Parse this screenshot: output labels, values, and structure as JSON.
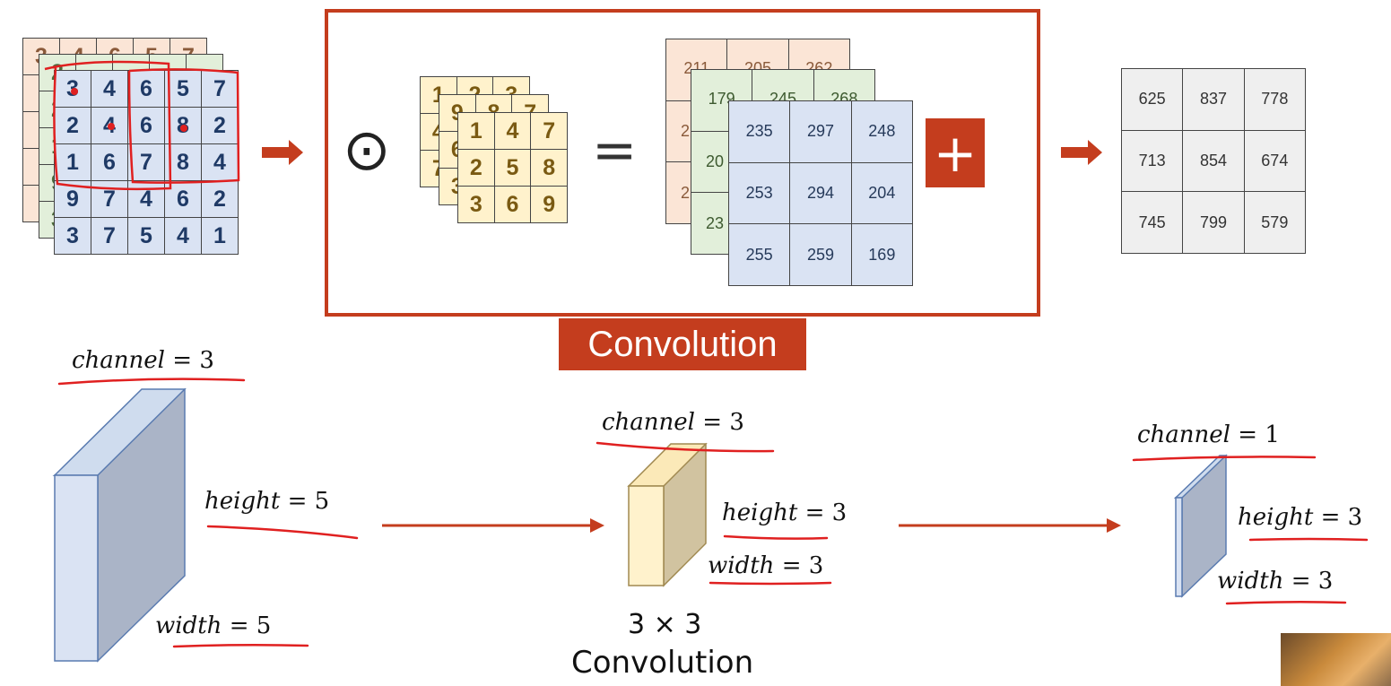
{
  "input": {
    "back": [
      [
        "3",
        "4",
        "6",
        "5",
        "7"
      ]
    ],
    "front": [
      [
        "3",
        "4",
        "6",
        "5",
        "7"
      ],
      [
        "2",
        "4",
        "6",
        "8",
        "2"
      ],
      [
        "1",
        "6",
        "7",
        "8",
        "4"
      ],
      [
        "9",
        "7",
        "4",
        "6",
        "2"
      ],
      [
        "3",
        "7",
        "5",
        "4",
        "1"
      ]
    ],
    "left_edge_peek": [
      "2",
      "1",
      "9",
      "3"
    ]
  },
  "kernel": {
    "back_partial": [
      "1",
      "2",
      "3"
    ],
    "mid_partial": [
      "9",
      "8",
      "7"
    ],
    "front": [
      [
        "1",
        "4",
        "7"
      ],
      [
        "2",
        "5",
        "8"
      ],
      [
        "3",
        "6",
        "9"
      ]
    ]
  },
  "feature_maps": {
    "back_partial": [
      "211",
      "205",
      "262"
    ],
    "mid_partial": [
      "179",
      "245",
      "268"
    ],
    "front": [
      [
        "235",
        "297",
        "248"
      ],
      [
        "253",
        "294",
        "204"
      ],
      [
        "255",
        "259",
        "169"
      ]
    ]
  },
  "output": [
    [
      "625",
      "837",
      "778"
    ],
    [
      "713",
      "854",
      "674"
    ],
    [
      "745",
      "799",
      "579"
    ]
  ],
  "symbols": {
    "hadamard": "⊙",
    "equals": "=",
    "plus": "+"
  },
  "caption": "Convolution",
  "labels": {
    "input_channel_var": "channel",
    "input_channel_val": "= 3",
    "input_height_var": "height",
    "input_height_val": "= 5",
    "input_width_var": "width",
    "input_width_val": "= 5",
    "kernel_channel_var": "channel",
    "kernel_channel_val": "= 3",
    "kernel_height_var": "height",
    "kernel_height_val": "= 3",
    "kernel_width_var": "width",
    "kernel_width_val": "= 3",
    "out_channel_var": "channel",
    "out_channel_val": "= 1",
    "out_height_var": "height",
    "out_height_val": "= 3",
    "out_width_var": "width",
    "out_width_val": "= 3",
    "kernel_size": "3 × 3",
    "kernel_caption": "Convolution"
  },
  "colors": {
    "accent": "#c43d1e",
    "annotation": "#e02020",
    "input_front": "#dae3f3",
    "input_mid": "#e2efda",
    "input_back": "#fbe5d6",
    "kernel": "#fff2cc",
    "output": "#efefef"
  }
}
